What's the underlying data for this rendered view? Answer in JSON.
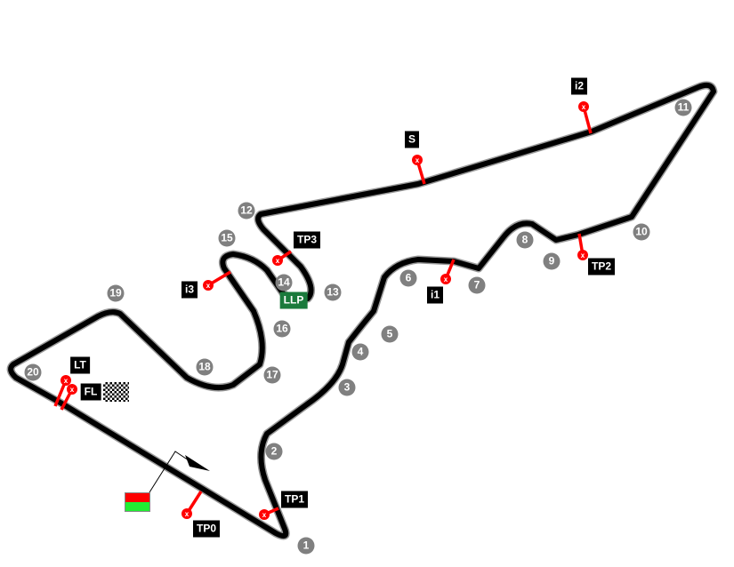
{
  "circuit": {
    "turns": [
      "1",
      "2",
      "3",
      "4",
      "5",
      "6",
      "7",
      "8",
      "9",
      "10",
      "11",
      "12",
      "13",
      "14",
      "15",
      "16",
      "17",
      "18",
      "19",
      "20"
    ]
  },
  "markers": {
    "i1": "i1",
    "i2": "i2",
    "i3": "i3",
    "s": "S",
    "tp0": "TP0",
    "tp1": "TP1",
    "tp2": "TP2",
    "tp3": "TP3",
    "llp": "LLP",
    "lt": "LT",
    "fl": "FL"
  },
  "colors": {
    "track": "#000000",
    "marker": "#ff0000",
    "llp": "#1a7a3c",
    "flag_top": "#ff0000",
    "flag_bottom": "#22ee33"
  }
}
